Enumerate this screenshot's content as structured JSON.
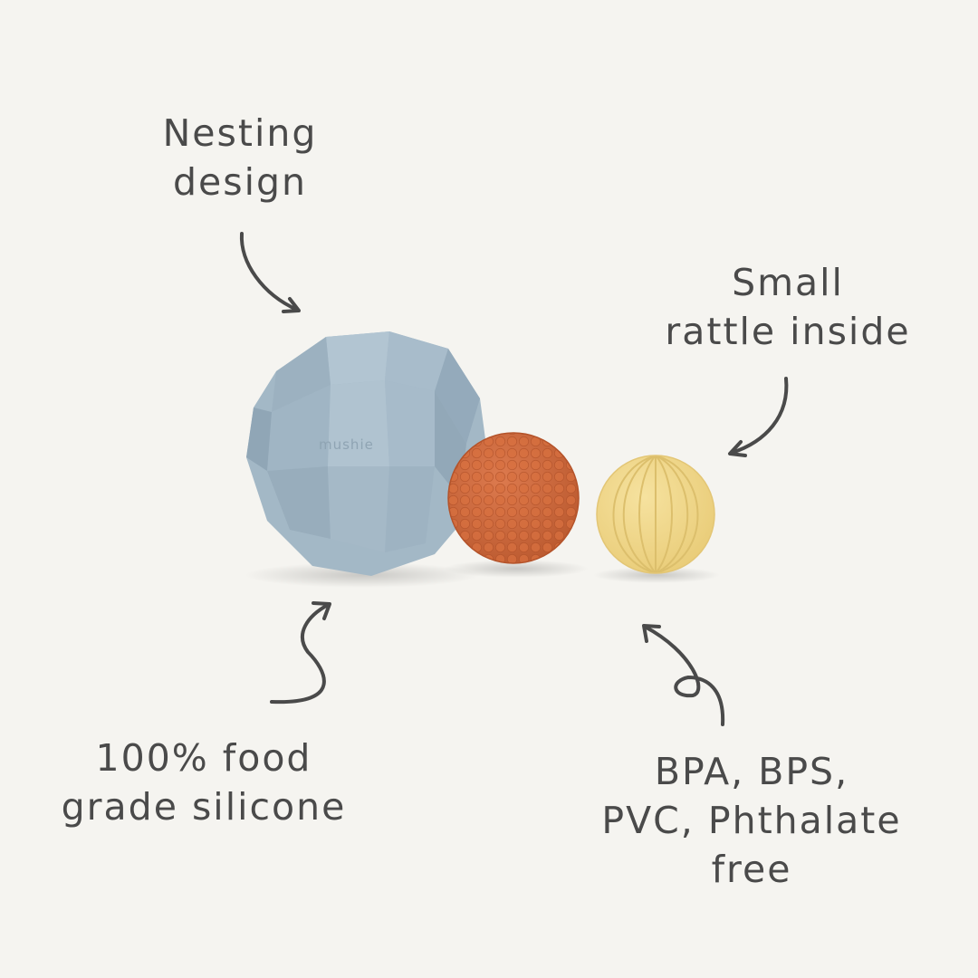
{
  "callouts": {
    "nesting": [
      "Nesting",
      "design"
    ],
    "rattle": [
      "Small",
      "rattle inside"
    ],
    "silicone": [
      "100% food",
      "grade silicone"
    ],
    "free": [
      "BPA, BPS,",
      "PVC, Phthalate",
      "free"
    ]
  },
  "product": {
    "brand_mark": "mushie",
    "balls": [
      {
        "name": "large-blue-faceted-ball",
        "color": "#9db3c2"
      },
      {
        "name": "medium-orange-bumpy-ball",
        "color": "#d0683d"
      },
      {
        "name": "small-yellow-ribbed-ball",
        "color": "#f2d98c"
      }
    ]
  },
  "colors": {
    "background": "#f5f4f0",
    "text": "#4a4a4a"
  }
}
